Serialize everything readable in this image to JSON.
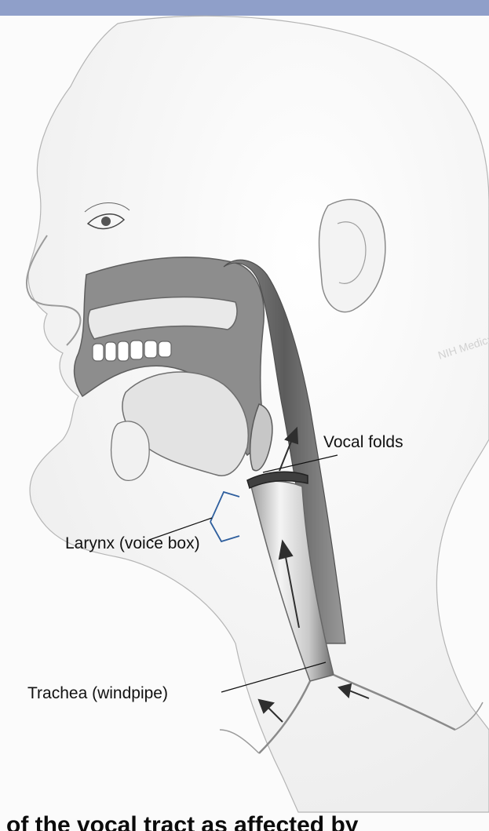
{
  "header_bar": {
    "color": "#8f9fc9"
  },
  "labels": {
    "vocal_folds": "Vocal folds",
    "larynx": "Larynx (voice box)",
    "trachea": "Trachea (windpipe)"
  },
  "watermark": "NIH Medical Art",
  "caption": "of the vocal tract as affected by",
  "icons": [
    "head-outline",
    "airflow-arrow"
  ],
  "colors": {
    "tissue": "#7a7a7a",
    "outline": "#555555",
    "larynx_bracket": "#2f5f9e",
    "top_bar": "#8f9fc9"
  }
}
